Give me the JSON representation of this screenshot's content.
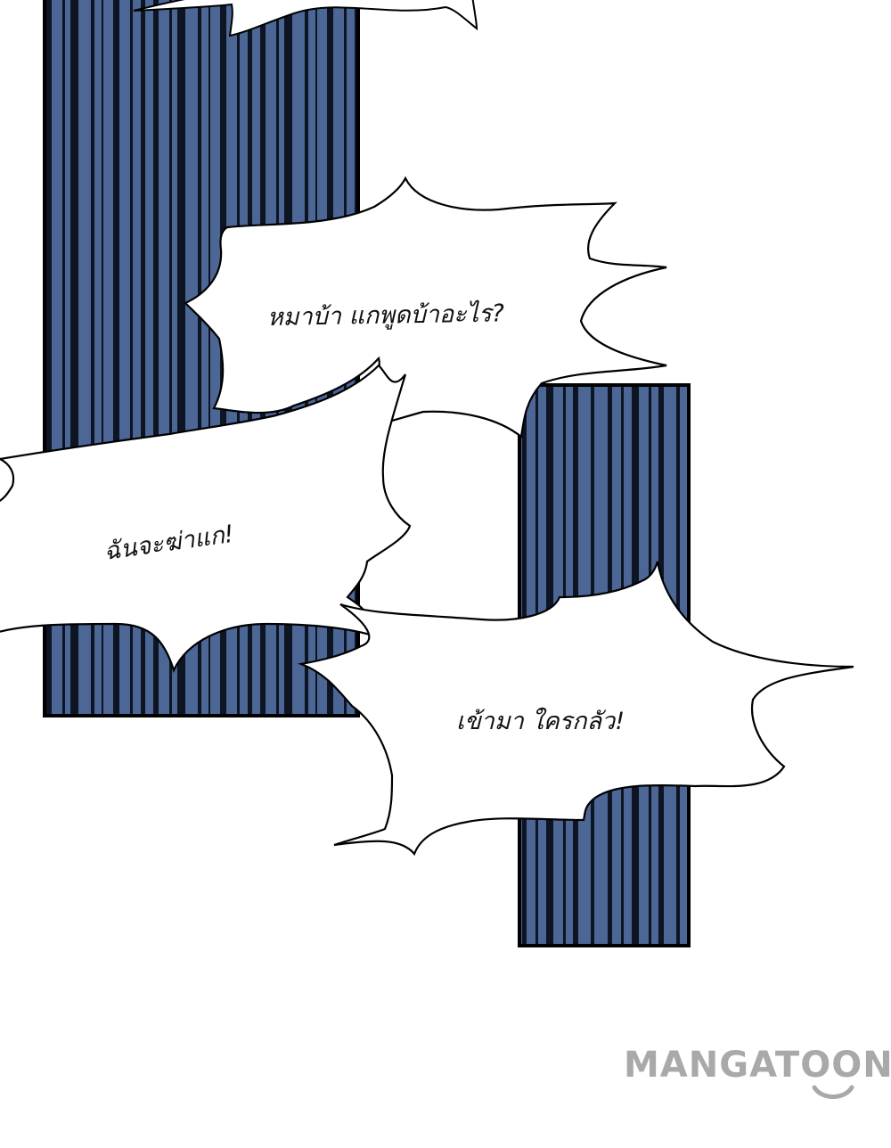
{
  "panels": {
    "bubble_1_text": "หมาบ้า แกพูดบ้าอะไร?",
    "bubble_2_text": "ฉันจะฆ่าแก!",
    "bubble_3_text": "เข้ามา ใครกลัว!"
  },
  "watermark": {
    "text": "MANGATOON"
  },
  "colors": {
    "curtain_blue": "#4c6695",
    "stripe_dark": "#0d1422",
    "bubble_fill": "#ffffff",
    "outline": "#000000",
    "watermark": "#a9a9a9"
  }
}
